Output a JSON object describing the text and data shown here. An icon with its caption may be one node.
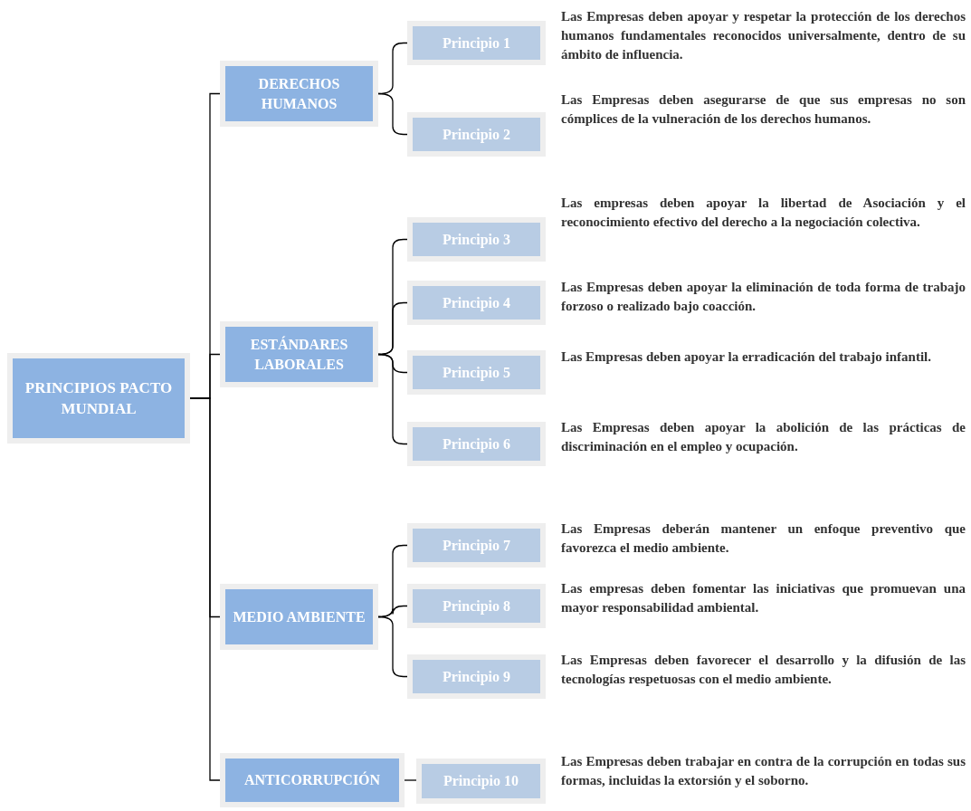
{
  "diagram": {
    "nodes": [
      {
        "text": [
          "PRINCIPIOS PACTO MUNDIAL"
        ]
      },
      {
        "text": [
          "DERECHOS HUMANOS"
        ]
      },
      {
        "text": [
          "Principio 1"
        ],
        "beside": [
          "Las Empresas deben apoyar y respetar la protección de los derechos humanos fundamentales reconocidos universalmente, dentro de su ámbito de influencia."
        ]
      },
      {
        "text": [
          "Principio 2"
        ],
        "beside": [
          "Las Empresas deben asegurarse de que sus empresas no son cómplices de la vulneración de los derechos humanos."
        ]
      },
      {
        "text": [
          "ESTÁNDARES LABORALES"
        ]
      },
      {
        "text": [
          "Principio 3"
        ],
        "beside": [
          "Las empresas deben apoyar la libertad de Asociación y el reconocimiento efectivo del derecho a la negociación colectiva."
        ]
      },
      {
        "text": [
          "Principio 4"
        ],
        "beside": [
          "Las Empresas deben apoyar la eliminación de toda forma de trabajo forzoso o realizado bajo coacción."
        ]
      },
      {
        "text": [
          "Principio 5"
        ],
        "beside": [
          "Las Empresas deben apoyar la erradicación del trabajo infantil."
        ]
      },
      {
        "text": [
          "Principio 6"
        ],
        "beside": [
          "Las Empresas deben apoyar la abolición de las prácticas de discriminación en el empleo y ocupación."
        ]
      },
      {
        "text": [
          "MEDIO AMBIENTE"
        ]
      },
      {
        "text": [
          "Principio 7"
        ],
        "beside": [
          "Las Empresas deberán mantener un enfoque preventivo que favorezca el medio ambiente."
        ]
      },
      {
        "text": [
          "Principio 8"
        ],
        "beside": [
          "Las empresas deben fomentar las iniciativas que promuevan una mayor responsabilidad ambiental."
        ]
      },
      {
        "text": [
          "Principio 9"
        ],
        "beside": [
          "Las Empresas deben favorecer el desarrollo y la difusión de las tecnologías respetuosas con el medio ambiente."
        ]
      },
      {
        "text": [
          "ANTICORRUPCIÓN"
        ]
      },
      {
        "text": [
          "Principio 10"
        ],
        "beside": [
          "Las Empresas deben trabajar en contra de la corrupción en todas sus formas, incluidas la extorsión y el soborno."
        ]
      }
    ],
    "edges": [
      {
        "from": 0,
        "to": 1,
        "arrow": "none"
      },
      {
        "from": 0,
        "to": 4,
        "arrow": "none"
      },
      {
        "from": 0,
        "to": 9,
        "arrow": "none"
      },
      {
        "from": 0,
        "to": 13,
        "arrow": "none"
      },
      {
        "from": 1,
        "to": 2,
        "arrow": "none"
      },
      {
        "from": 1,
        "to": 3,
        "arrow": "none"
      },
      {
        "from": 4,
        "to": 5,
        "arrow": "none"
      },
      {
        "from": 4,
        "to": 6,
        "arrow": "none"
      },
      {
        "from": 4,
        "to": 7,
        "arrow": "none"
      },
      {
        "from": 4,
        "to": 8,
        "arrow": "none"
      },
      {
        "from": 9,
        "to": 10,
        "arrow": "none"
      },
      {
        "from": 9,
        "to": 11,
        "arrow": "none"
      },
      {
        "from": 9,
        "to": 12,
        "arrow": "none"
      },
      {
        "from": 13,
        "to": 14,
        "arrow": "none"
      }
    ]
  }
}
